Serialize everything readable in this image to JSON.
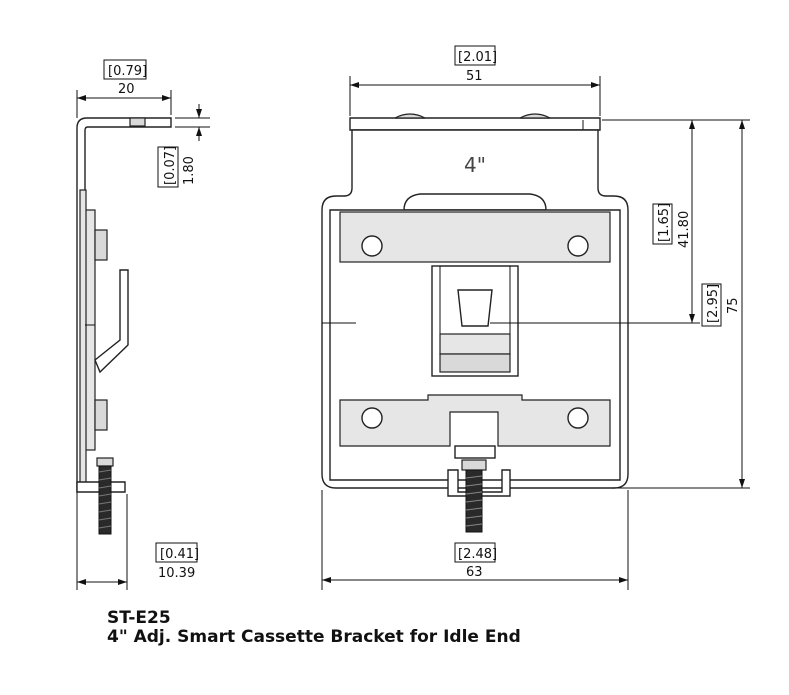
{
  "diagram": {
    "side_view": {
      "width_dim": {
        "inch": "[0.79]",
        "mm": "20"
      },
      "lip_dim": {
        "inch": "[0.07]",
        "mm": "1.80"
      },
      "bottom_dim": {
        "inch": "[0.41]",
        "mm": "10.39"
      }
    },
    "front_view": {
      "label": "4\"",
      "top_width_dim": {
        "inch": "[2.01]",
        "mm": "51"
      },
      "bottom_width_dim": {
        "inch": "[2.48]",
        "mm": "63"
      },
      "center_height_dim": {
        "inch": "[1.65]",
        "mm": "41.80"
      },
      "total_height_dim": {
        "inch": "[2.95]",
        "mm": "75"
      }
    }
  },
  "caption": {
    "part_number": "ST-E25",
    "description": "4\" Adj. Smart Cassette Bracket for Idle End"
  }
}
